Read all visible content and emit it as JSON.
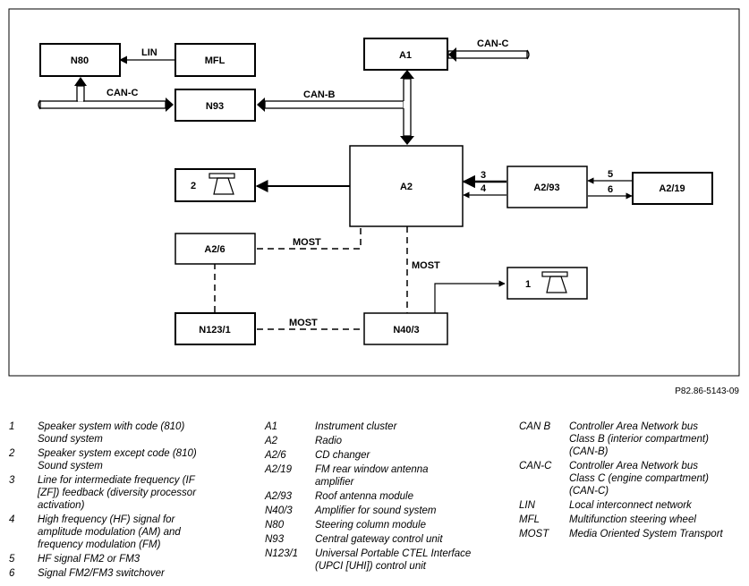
{
  "diagram": {
    "boxes": {
      "n80": "N80",
      "mfl": "MFL",
      "a1": "A1",
      "n93": "N93",
      "a2": "A2",
      "spk2": "2",
      "a2_93": "A2/93",
      "a2_19": "A2/19",
      "a2_6": "A2/6",
      "spk1": "1",
      "n123_1": "N123/1",
      "n40_3": "N40/3"
    },
    "lines": {
      "lin": "LIN",
      "can_c_a1": "CAN-C",
      "can_c_n93": "CAN-C",
      "can_b": "CAN-B",
      "most_a26": "MOST",
      "most_n40": "MOST",
      "most_n123": "MOST",
      "sig3": "3",
      "sig4": "4",
      "sig5": "5",
      "sig6": "6"
    }
  },
  "figure_id": "P82.86-5143-09",
  "legend": {
    "numbers": [
      {
        "key": "1",
        "text": "Speaker system with code (810)\nSound system"
      },
      {
        "key": "2",
        "text": "Speaker system except code (810)\nSound system"
      },
      {
        "key": "3",
        "text": "Line for intermediate frequency (IF\n[ZF]) feedback (diversity processor\nactivation)"
      },
      {
        "key": "4",
        "text": "High frequency (HF) signal for\namplitude modulation (AM) and\nfrequency modulation (FM)"
      },
      {
        "key": "5",
        "text": "HF signal FM2 or FM3"
      },
      {
        "key": "6",
        "text": "Signal FM2/FM3 switchover"
      }
    ],
    "components": [
      {
        "key": "A1",
        "text": "Instrument cluster"
      },
      {
        "key": "A2",
        "text": "Radio"
      },
      {
        "key": "A2/6",
        "text": "CD changer"
      },
      {
        "key": "A2/19",
        "text": "FM rear window antenna\namplifier"
      },
      {
        "key": "A2/93",
        "text": "Roof antenna module"
      },
      {
        "key": "N40/3",
        "text": "Amplifier for sound system"
      },
      {
        "key": "N80",
        "text": "Steering column module"
      },
      {
        "key": "N93",
        "text": "Central gateway control unit"
      },
      {
        "key": "N123/1",
        "text": "Universal Portable CTEL Interface\n(UPCI [UHI]) control unit"
      }
    ],
    "abbreviations": [
      {
        "key": "CAN B",
        "text": "Controller Area Network bus\nClass B (interior compartment)\n(CAN-B)"
      },
      {
        "key": "CAN-C",
        "text": "Controller Area Network bus\nClass C (engine compartment)\n(CAN-C)"
      },
      {
        "key": "LIN",
        "text": "Local interconnect network"
      },
      {
        "key": "MFL",
        "text": "Multifunction steering wheel"
      },
      {
        "key": "MOST",
        "text": "Media Oriented System Transport"
      }
    ]
  }
}
